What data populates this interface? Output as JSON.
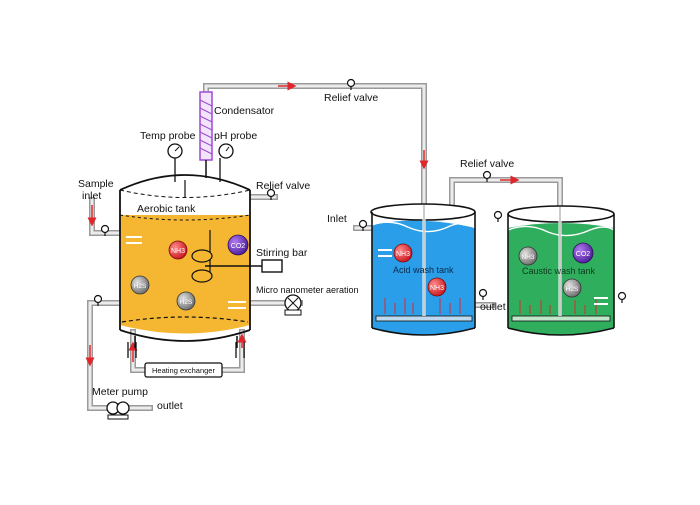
{
  "labels": {
    "relief_valve_top": "Relief valve",
    "condensator": "Condensator",
    "temp_probe": "Temp probe",
    "ph_probe": "pH probe",
    "sample_inlet_1": "Sample",
    "sample_inlet_2": "inlet",
    "relief_valve_left": "Relief valve",
    "aerobic_tank": "Aerobic tank",
    "stirring_bar": "Stirring bar",
    "micro_aeration": "Micro nanometer aeration",
    "heating_exchanger": "Heating exchanger",
    "meter_pump": "Meter pump",
    "outlet_left": "outlet",
    "relief_valve_right": "Relief valve",
    "inlet": "Inlet",
    "acid_wash_tank": "Acid wash tank",
    "outlet_acid": "outlet",
    "caustic_wash_tank": "Caustic wash tank"
  },
  "molecules": {
    "nh3": "NH3",
    "co2": "CO2",
    "h2s": "H2S",
    "nh3_caustic": "NH3"
  },
  "colors": {
    "aerobic_liquid": "#f5b731",
    "acid_liquid": "#2a9ee8",
    "caustic_liquid": "#2fae5e",
    "arrow": "#e0262b",
    "condensator": "#a24ad0",
    "pipe": "#c8c8c8"
  }
}
